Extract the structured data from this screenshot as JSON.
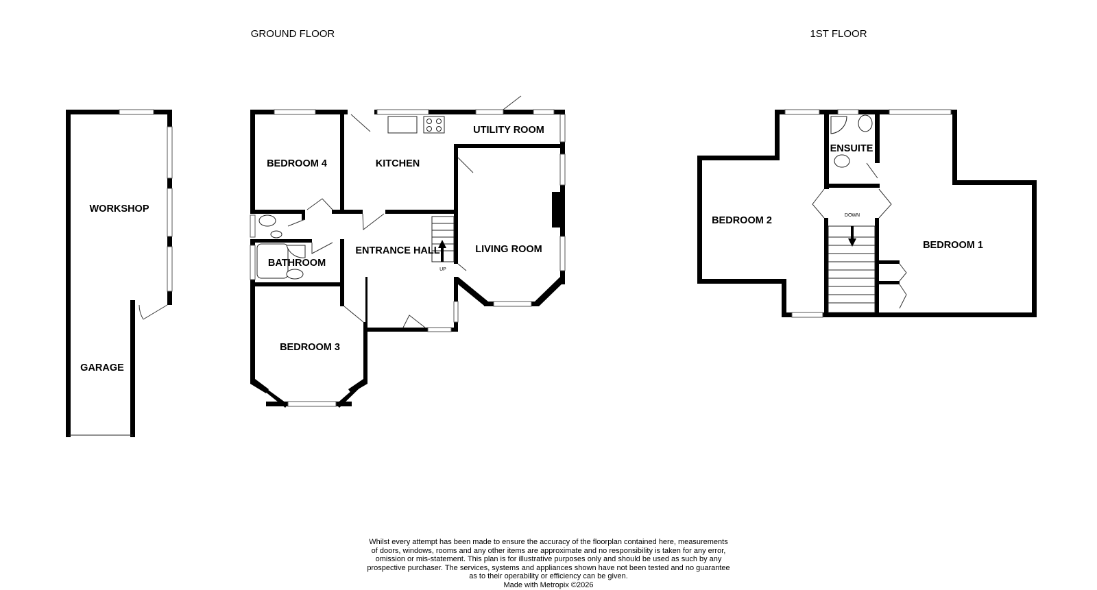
{
  "floors": {
    "ground": {
      "title": "GROUND FLOOR"
    },
    "first": {
      "title": "1ST FLOOR"
    }
  },
  "rooms": {
    "workshop": "WORKSHOP",
    "garage": "GARAGE",
    "bedroom4": "BEDROOM 4",
    "kitchen": "KITCHEN",
    "utility_room": "UTILITY ROOM",
    "entrance_hall": "ENTRANCE HALL",
    "living_room": "LIVING ROOM",
    "bathroom": "BATHROOM",
    "bedroom3": "BEDROOM 3",
    "bedroom2": "BEDROOM 2",
    "ensuite": "ENSUITE",
    "bedroom1": "BEDROOM 1"
  },
  "stairs": {
    "up_label": "UP",
    "down_label": "DOWN"
  },
  "disclaimer": {
    "lines": [
      "Whilst every attempt has been made to ensure the accuracy of the floorplan contained here, measurements",
      "of doors, windows, rooms and any other items are approximate and no responsibility is taken for any error,",
      "omission or mis-statement. This plan is for illustrative purposes only and should be used as such by any",
      "prospective purchaser. The services, systems and appliances shown have not been tested and no guarantee",
      "as to their operability or efficiency can be given."
    ],
    "credit": "Made with Metropix ©2026"
  }
}
